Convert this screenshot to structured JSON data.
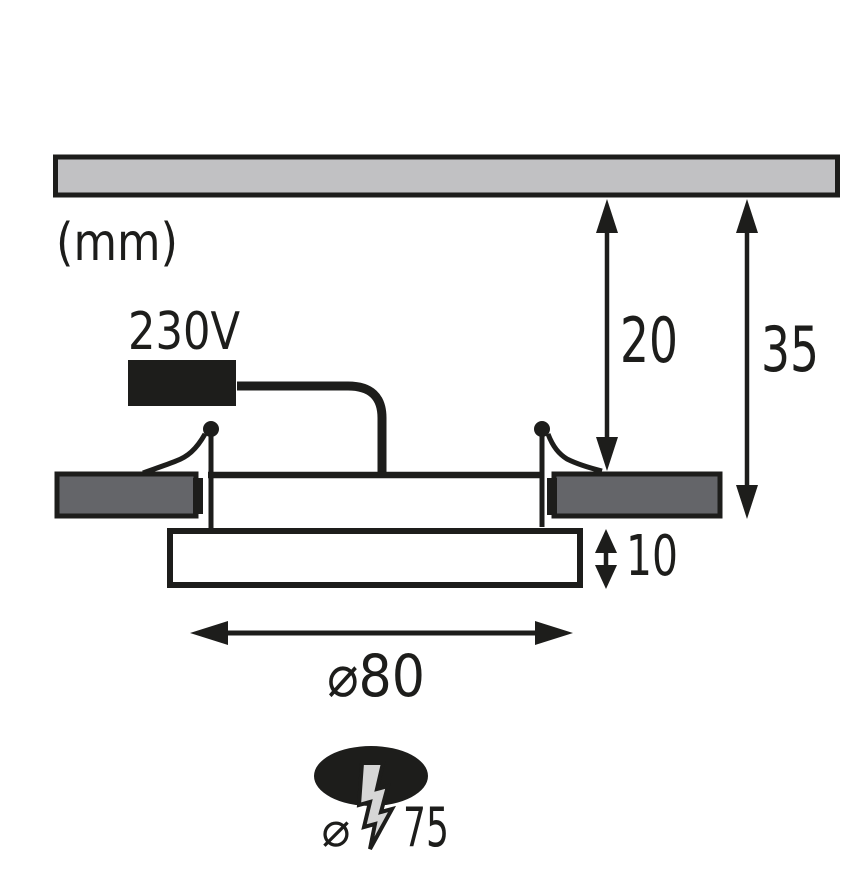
{
  "figure": {
    "unit_label": "(mm)",
    "voltage_label": "230V"
  },
  "dimensions": {
    "recess_depth": "20",
    "total_depth": "35",
    "panel_thickness": "10",
    "panel_diameter": "⌀80",
    "cutout_symbol": "⌀",
    "cutout_diameter": "75"
  },
  "colors": {
    "line": "#1d1d1b",
    "ceiling_fill": "#c1c1c3",
    "mount_block_fill": "#646569",
    "bolt_fill": "#d6d6d6",
    "background": "#ffffff"
  },
  "icons": {
    "cutout": "recessed-cutout-icon",
    "bolt": "lightning-bolt-icon",
    "arrows": "dimension-arrow"
  }
}
